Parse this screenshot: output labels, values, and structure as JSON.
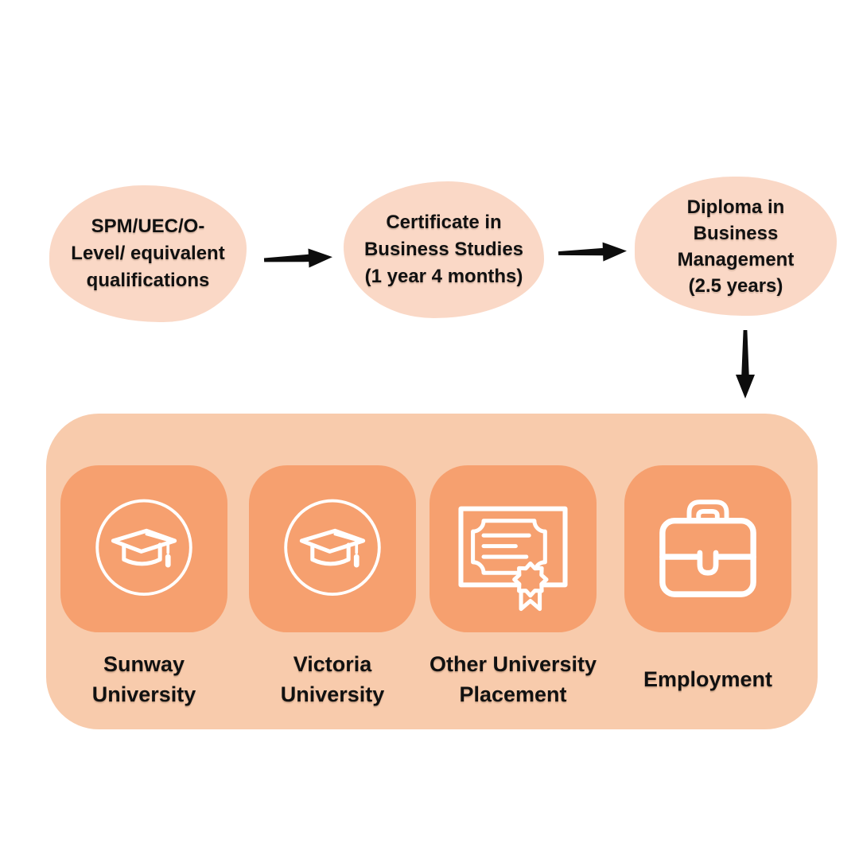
{
  "colors": {
    "page_bg": "#ffffff",
    "blob_bg": "#fad8c6",
    "panel_bg": "#f8cbac",
    "tile_bg": "#f6a06f",
    "arrow": "#0d0d0d",
    "text": "#111111",
    "icon_stroke": "#ffffff"
  },
  "flow_steps": [
    {
      "id": "qualifications",
      "lines": [
        "SPM/UEC/O-",
        "Level/ equivalent",
        "qualifications"
      ]
    },
    {
      "id": "certificate",
      "lines": [
        "Certificate in",
        "Business Studies",
        "(1 year 4 months)"
      ]
    },
    {
      "id": "diploma",
      "lines": [
        "Diploma in",
        "Business",
        "Management",
        "(2.5 years)"
      ]
    }
  ],
  "arrows": [
    {
      "name": "arrow-qualifications-to-certificate",
      "direction": "right"
    },
    {
      "name": "arrow-certificate-to-diploma",
      "direction": "right"
    },
    {
      "name": "arrow-diploma-to-outcomes",
      "direction": "down"
    }
  ],
  "outcomes": [
    {
      "icon": "graduation-cap-icon",
      "lines": [
        "Sunway",
        "University"
      ]
    },
    {
      "icon": "graduation-cap-icon",
      "lines": [
        "Victoria",
        "University"
      ]
    },
    {
      "icon": "certificate-icon",
      "lines": [
        "Other University",
        "Placement"
      ]
    },
    {
      "icon": "briefcase-icon",
      "lines": [
        "Employment"
      ]
    }
  ]
}
